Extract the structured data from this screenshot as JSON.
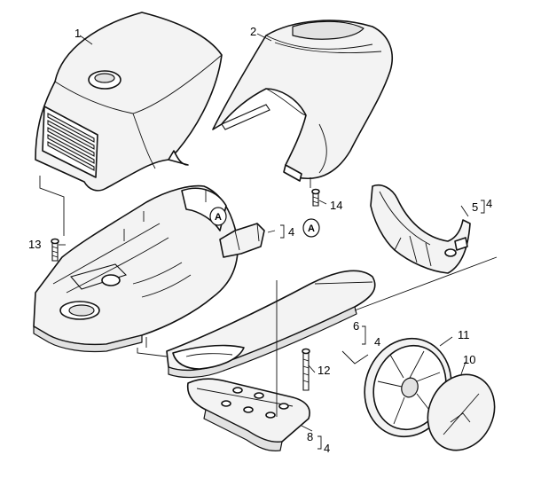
{
  "callouts": {
    "c1": "1",
    "c2": "2",
    "c4a": "4",
    "c4b": "4",
    "c4c": "4",
    "c4d": "4",
    "c5": "5",
    "c6": "6",
    "c8": "8",
    "c10": "10",
    "c11": "11",
    "c12": "12",
    "c13": "13",
    "c14": "14"
  },
  "markers": {
    "a1": "A",
    "a2": "A"
  }
}
